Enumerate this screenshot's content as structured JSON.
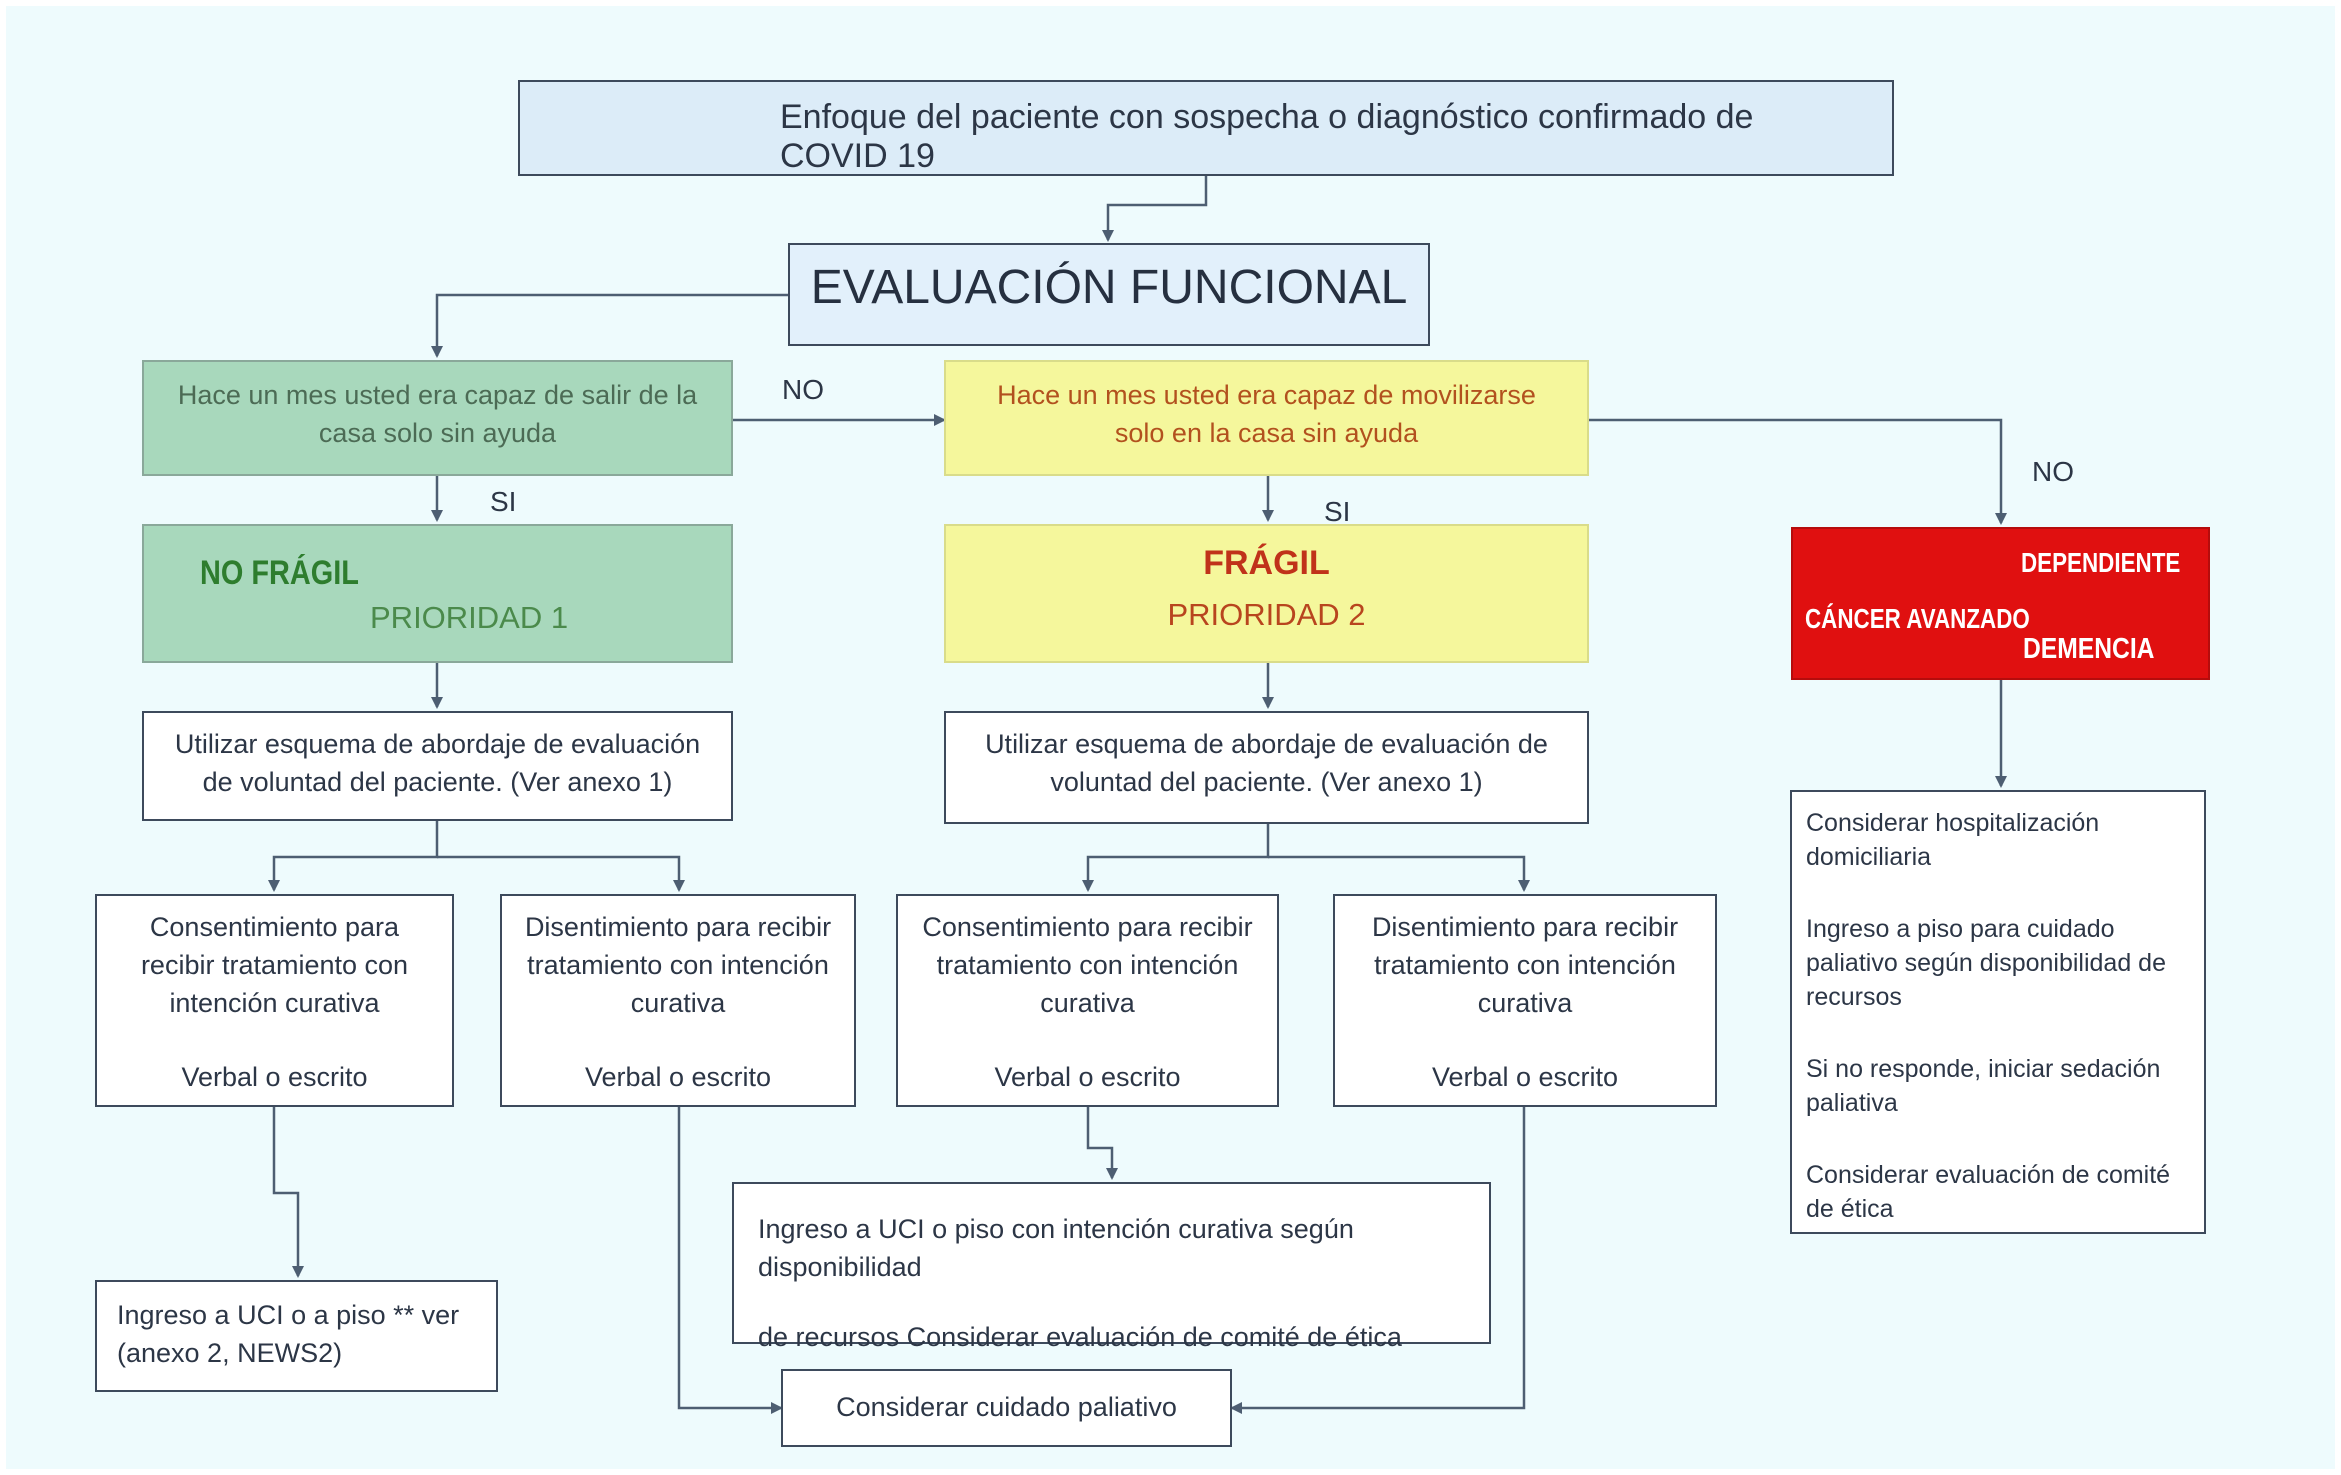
{
  "diagram": {
    "title": "Enfoque del paciente con sospecha o diagnóstico confirmado de COVID 19",
    "evaluacion": "EVALUACIÓN FUNCIONAL",
    "q_salir": "Hace un mes usted era capaz de salir de la casa solo sin ayuda",
    "q_movilizarse": "Hace un mes usted era capaz de movilizarse solo en la casa sin ayuda",
    "label_no_1": "NO",
    "label_no_2": "NO",
    "label_si_1": "SI",
    "label_si_2": "SI",
    "no_fragil": {
      "title": "NO FRÁGIL",
      "priority": "PRIORIDAD 1"
    },
    "fragil": {
      "title": "FRÁGIL",
      "priority": "PRIORIDAD 2"
    },
    "dependiente": {
      "line1": "DEPENDIENTE",
      "line2": "CÁNCER AVANZADO",
      "line3": "DEMENCIA"
    },
    "esquema_1": "Utilizar esquema de abordaje de evaluación de voluntad del paciente. (Ver anexo 1)",
    "esquema_2": "Utilizar esquema de abordaje de evaluación de voluntad del paciente. (Ver anexo 1)",
    "consent_1": {
      "text": "Consentimiento para recibir tratamiento con intención curativa",
      "sub": "Verbal o escrito"
    },
    "disent_1": {
      "text": "Disentimiento para recibir tratamiento con intención curativa",
      "sub": "Verbal o escrito"
    },
    "consent_2": {
      "text": "Consentimiento para recibir tratamiento con intención curativa",
      "sub": "Verbal o escrito"
    },
    "disent_2": {
      "text": "Disentimiento para recibir tratamiento con intención curativa",
      "sub": "Verbal o escrito"
    },
    "ingreso_uci_piso": "Ingreso a UCI o a piso ** ver (anexo 2, NEWS2)",
    "ingreso_curativa_1": "Ingreso a UCI o piso con intención curativa según disponibilidad",
    "ingreso_curativa_2": "de recursos Considerar evaluación de comité de ética",
    "cuidado_paliativo": "Considerar cuidado paliativo",
    "dependiente_steps": [
      "Considerar hospitalización domiciliaria",
      "Ingreso a piso para cuidado paliativo según disponibilidad de recursos",
      "Si no responde, iniciar sedación paliativa",
      "Considerar evaluación de comité de ética"
    ],
    "colors": {
      "green": "#a8d8bc",
      "green_text": "#3b7a3b",
      "yellow": "#f5f79c",
      "yellow_text": "#b73a1c",
      "red": "#e01010",
      "title_box": "#dcecf8",
      "line": "#4d5e72"
    }
  }
}
